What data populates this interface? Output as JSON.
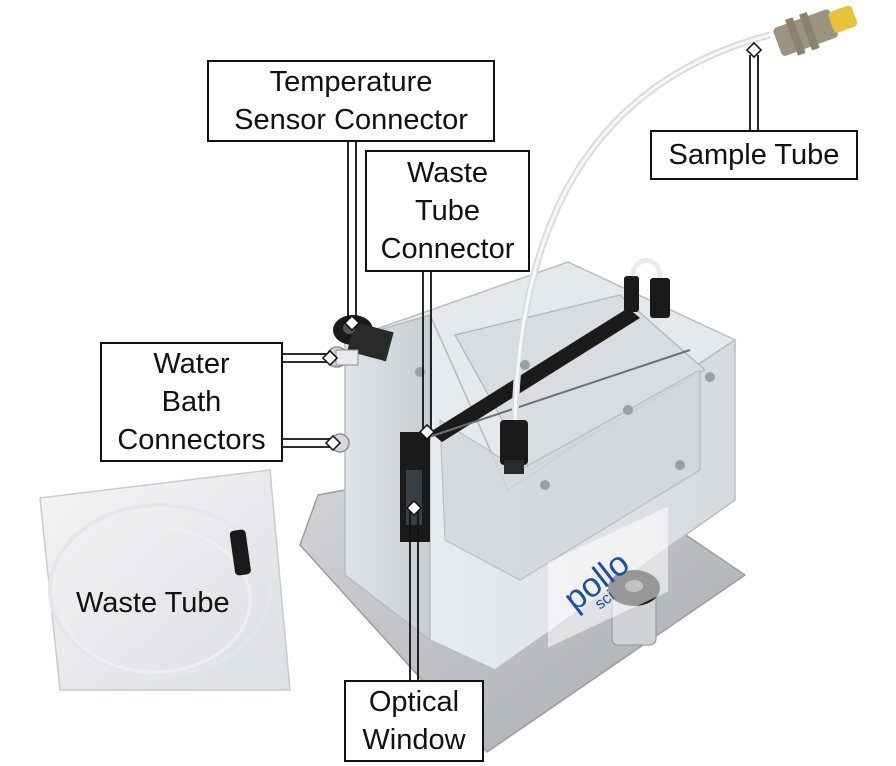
{
  "labels": {
    "temperature_sensor": [
      "Temperature",
      "Sensor Connector"
    ],
    "waste_tube_connector": [
      "Waste",
      "Tube",
      "Connector"
    ],
    "sample_tube": "Sample Tube",
    "water_bath": [
      "Water",
      "Bath",
      "Connectors"
    ],
    "waste_tube": "Waste Tube",
    "optical_window": [
      "Optical",
      "Window"
    ]
  },
  "brand": {
    "logo_text": "pollo",
    "logo_sub": "sci"
  },
  "colors": {
    "frame": "#111111",
    "acrylic": "#e4e7ea",
    "aluminum": "#c6c8cb",
    "dark_part": "#1a1a1a",
    "tube": "#eef0f2",
    "fitting": "#9c9480",
    "fitting_tip": "#e8c23a",
    "logo": "#1f4fa0"
  }
}
